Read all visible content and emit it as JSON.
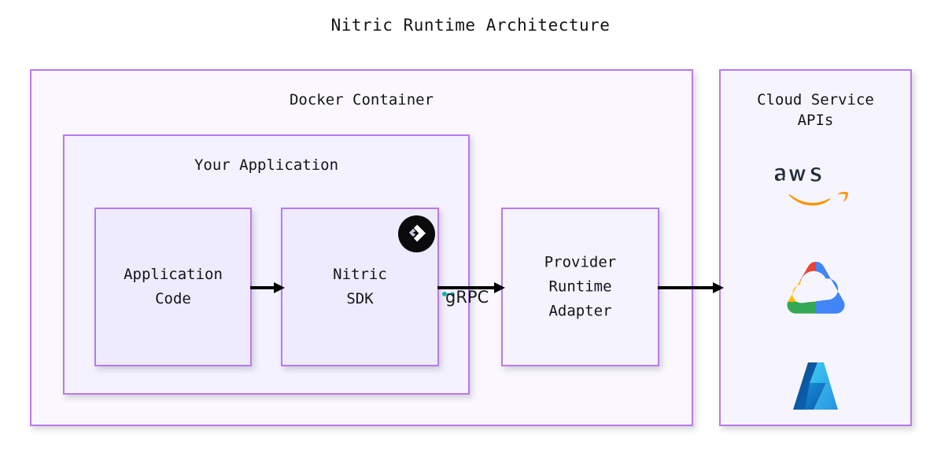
{
  "title": "Nitric Runtime Architecture",
  "containers": {
    "docker": {
      "label": "Docker Container",
      "border_color": "#b97aee",
      "fill_color": "#faf8fe"
    },
    "application": {
      "label": "Your Application",
      "border_color": "#b97aee",
      "fill_color": "#f4f2fe"
    },
    "cloud": {
      "label": "Cloud Service\nAPIs",
      "border_color": "#b97aee",
      "fill_color": "#f6f5fe"
    }
  },
  "nodes": [
    {
      "id": "application-code",
      "label": "Application\nCode",
      "fill_color": "#edebfd"
    },
    {
      "id": "nitric-sdk",
      "label": "Nitric\nSDK",
      "fill_color": "#edebfd",
      "badge": "nitric-logo"
    },
    {
      "id": "provider-runtime-adapter",
      "label": "Provider\nRuntime\nAdapter",
      "fill_color": "#f5f3fe"
    }
  ],
  "edges": [
    {
      "id": "code-to-sdk",
      "from": "application-code",
      "to": "nitric-sdk",
      "label": ""
    },
    {
      "id": "sdk-to-adapter",
      "from": "nitric-sdk",
      "to": "provider-runtime-adapter",
      "label": "gRPC"
    },
    {
      "id": "adapter-to-cloud",
      "from": "provider-runtime-adapter",
      "to": "cloud-service-apis",
      "label": ""
    }
  ],
  "cloud_logos": [
    {
      "id": "aws",
      "name": "aws-logo",
      "wordmark": "aws",
      "colors": {
        "text": "#252f3e",
        "swoosh": "#f79400"
      }
    },
    {
      "id": "gcp",
      "name": "google-cloud-logo",
      "wordmark": "",
      "colors": {
        "red": "#ea4335",
        "blue": "#4285f4",
        "green": "#34a853",
        "yellow": "#fbbc05"
      }
    },
    {
      "id": "azure",
      "name": "azure-logo",
      "wordmark": "",
      "colors": {
        "dark": "#0f6cbd",
        "light": "#50c3f0"
      }
    }
  ],
  "palette": {
    "border": "#b97aee",
    "arrow": "#000000",
    "grpc_accent": "#2bbfb3",
    "background": "#ffffff"
  }
}
